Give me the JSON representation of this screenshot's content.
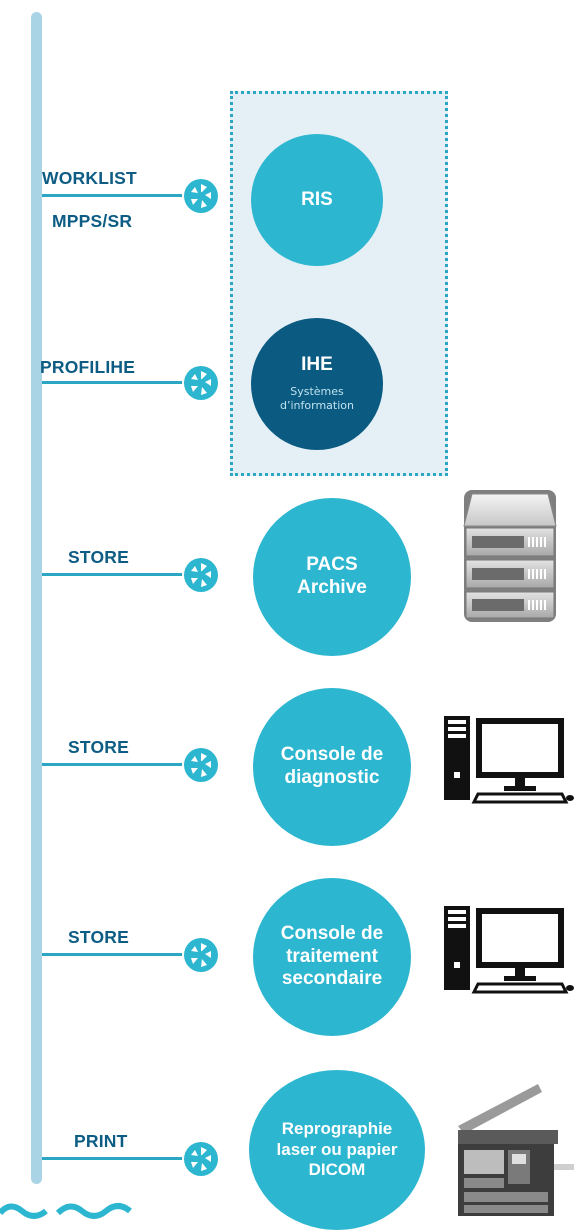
{
  "colors": {
    "bus": "#a9d4e5",
    "accent": "#2db6d0",
    "dark_node": "#0b5a82",
    "label": "#0d5c84",
    "ihe_group_bg": "#e4f0f6"
  },
  "protocols": [
    {
      "lines": [
        "WORKLIST",
        "MPPS/SR"
      ]
    },
    {
      "lines": [
        "PROFILIHE"
      ]
    },
    {
      "lines": [
        "STORE"
      ]
    },
    {
      "lines": [
        "STORE"
      ]
    },
    {
      "lines": [
        "STORE"
      ]
    },
    {
      "lines": [
        "PRINT"
      ]
    }
  ],
  "nodes": [
    {
      "lines": [
        "RIS"
      ],
      "subtitle": ""
    },
    {
      "lines": [
        "IHE"
      ],
      "subtitle": [
        "Systèmes",
        "d’information"
      ]
    },
    {
      "lines": [
        "PACS",
        "Archive"
      ],
      "subtitle": ""
    },
    {
      "lines": [
        "Console de",
        "diagnostic"
      ],
      "subtitle": ""
    },
    {
      "lines": [
        "Console de",
        "traitement",
        "secondaire"
      ],
      "subtitle": ""
    },
    {
      "lines": [
        "Reprographie",
        "laser ou papier",
        "DICOM"
      ],
      "subtitle": ""
    }
  ],
  "icons": [
    "aperture-icon",
    "server-stack-icon",
    "workstation-icon",
    "workstation-icon",
    "copier-icon"
  ]
}
